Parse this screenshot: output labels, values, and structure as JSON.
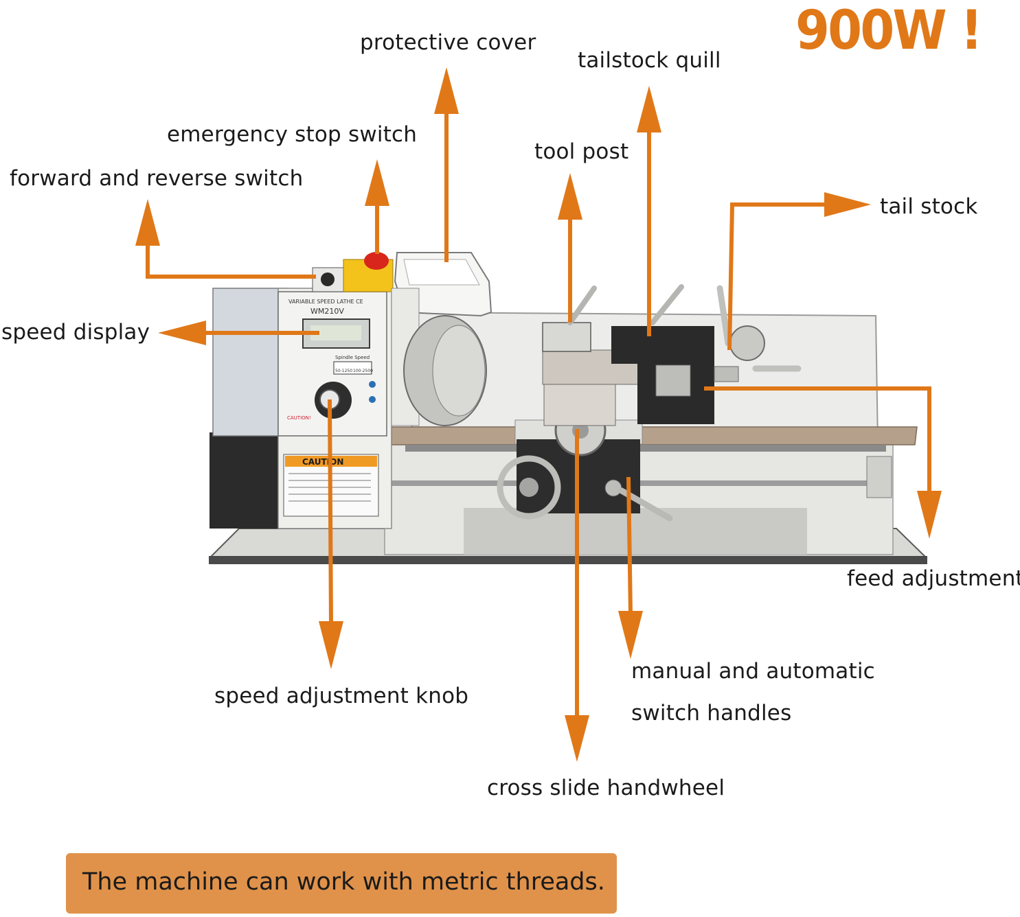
{
  "headline": "900W !",
  "note": "The machine can work with metric threads.",
  "machine_labels": {
    "model": "WM210V",
    "panel_title": "VARIABLE SPEED LATHE CE",
    "caution_plate": "CAUTION",
    "speed_table_header": "Spindle Speed",
    "speed_low": "50-1250",
    "speed_high": "100-2500",
    "caution_small": "CAUTION!"
  },
  "callouts": {
    "protective_cover": "protective cover",
    "tailstock_quill": "tailstock quill",
    "emergency_stop": "emergency stop switch",
    "forward_reverse": "forward and reverse switch",
    "tool_post": "tool post",
    "tail_stock": "tail stock",
    "speed_display": "speed display",
    "feed_adjustment": "feed adjustment",
    "manual_auto_1": "manual and automatic",
    "manual_auto_2": "switch handles",
    "speed_knob": "speed adjustment knob",
    "cross_slide": "cross slide handwheel"
  },
  "colors": {
    "accent": "#e07818",
    "note_bg": "#e0924a",
    "machine_light": "#e9e9e6",
    "machine_dark": "#2b2b2b",
    "estop_yellow": "#f3c21b",
    "estop_red": "#d8261d"
  }
}
